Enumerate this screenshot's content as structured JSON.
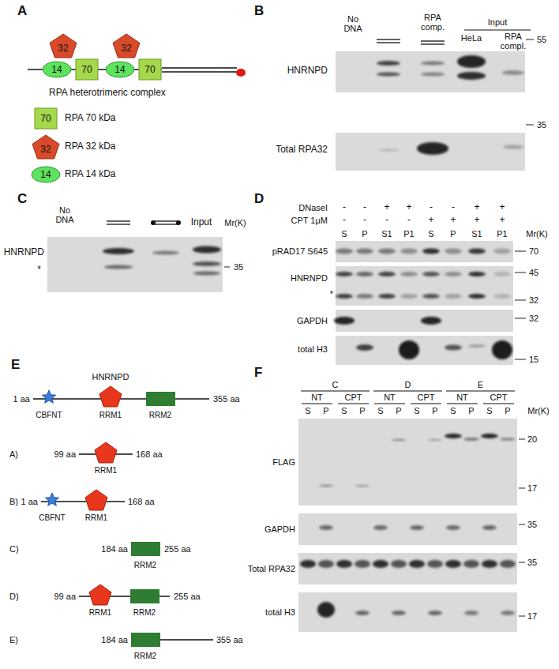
{
  "diagram": {
    "nodes": [
      {
        "text": [
          "32"
        ]
      },
      {
        "text": [
          "14"
        ]
      },
      {
        "text": [
          "70"
        ]
      },
      {
        "text": [
          "32"
        ]
      },
      {
        "text": [
          "14"
        ]
      },
      {
        "text": [
          "70"
        ]
      },
      {
        "text": [
          "70"
        ]
      },
      {
        "text": [
          "32"
        ]
      },
      {
        "text": [
          "14"
        ]
      }
    ],
    "labels": [
      "A",
      "B",
      "C",
      "D",
      "E",
      "F",
      "RPA heterotrimeric complex",
      "RPA 70 kDa",
      "RPA 32 kDa",
      "RPA 14 kDa",
      "No DNA",
      "RPA comp.",
      "Input",
      "HeLa",
      "RPA compl.",
      "HNRNPD",
      "Total RPA32",
      "55",
      "35",
      "No DNA",
      "Input",
      "Mr(K)",
      "HNRNPD",
      "*",
      "35",
      "DNaseI",
      "-",
      "-",
      "+",
      "+",
      "-",
      "-",
      "+",
      "+",
      "CPT 1μM",
      "-",
      "-",
      "-",
      "-",
      "+",
      "+",
      "+",
      "+",
      "S",
      "P",
      "S1",
      "P1",
      "S",
      "P",
      "S1",
      "P1",
      "Mr(K)",
      "pRAD17 S645",
      "70",
      "HNRNPD",
      "45",
      "32",
      "*",
      "GAPDH",
      "32",
      "total H3",
      "15",
      "HNRNPD",
      "1 aa",
      "355 aa",
      "CBFNT",
      "RRM1",
      "RRM2",
      "A)",
      "99 aa",
      "168 aa",
      "RRM1",
      "B)",
      "1 aa",
      "168 aa",
      "CBFNT",
      "RRM1",
      "C)",
      "184 aa",
      "255 aa",
      "RRM2",
      "D)",
      "99 aa",
      "255 aa",
      "RRM1",
      "RRM2",
      "E)",
      "184 aa",
      "355 aa",
      "RRM2",
      "C",
      "D",
      "E",
      "NT",
      "CPT",
      "NT",
      "CPT",
      "NT",
      "CPT",
      "S",
      "P",
      "S",
      "P",
      "S",
      "P",
      "S",
      "P",
      "S",
      "P",
      "S",
      "P",
      "Mr(K)",
      "FLAG",
      "20",
      "17",
      "GAPDH",
      "35",
      "Total RPA32",
      "35",
      "total H3",
      "17"
    ]
  }
}
